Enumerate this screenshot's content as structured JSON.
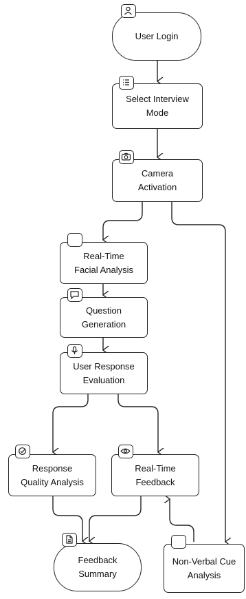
{
  "diagram": {
    "nodes": {
      "user_login": {
        "label": "User Login",
        "icon": "user-icon"
      },
      "select_mode": {
        "label": "Select Interview\nMode",
        "icon": "list-icon"
      },
      "camera": {
        "label": "Camera\nActivation",
        "icon": "camera-icon"
      },
      "facial": {
        "label": "Real-Time\nFacial Analysis",
        "icon": "blank-icon"
      },
      "question": {
        "label": "Question\nGeneration",
        "icon": "chat-bubble-icon"
      },
      "response_eval": {
        "label": "User Response\nEvaluation",
        "icon": "microphone-icon"
      },
      "quality": {
        "label": "Response\nQuality Analysis",
        "icon": "check-circle-icon"
      },
      "realtime_feedback": {
        "label": "Real-Time\nFeedback",
        "icon": "eye-icon"
      },
      "summary": {
        "label": "Feedback\nSummary",
        "icon": "document-icon"
      },
      "nonverbal": {
        "label": "Non-Verbal Cue\nAnalysis",
        "icon": "blank-icon"
      }
    },
    "edges": [
      {
        "from": "user_login",
        "to": "select_mode"
      },
      {
        "from": "select_mode",
        "to": "camera"
      },
      {
        "from": "camera",
        "to": "facial"
      },
      {
        "from": "camera",
        "to": "nonverbal"
      },
      {
        "from": "facial",
        "to": "question"
      },
      {
        "from": "question",
        "to": "response_eval"
      },
      {
        "from": "response_eval",
        "to": "quality"
      },
      {
        "from": "response_eval",
        "to": "realtime_feedback"
      },
      {
        "from": "quality",
        "to": "summary"
      },
      {
        "from": "realtime_feedback",
        "to": "summary"
      },
      {
        "from": "nonverbal",
        "to": "realtime_feedback"
      }
    ],
    "colors": {
      "stroke": "#222222",
      "background": "#ffffff",
      "text": "#111111"
    }
  }
}
